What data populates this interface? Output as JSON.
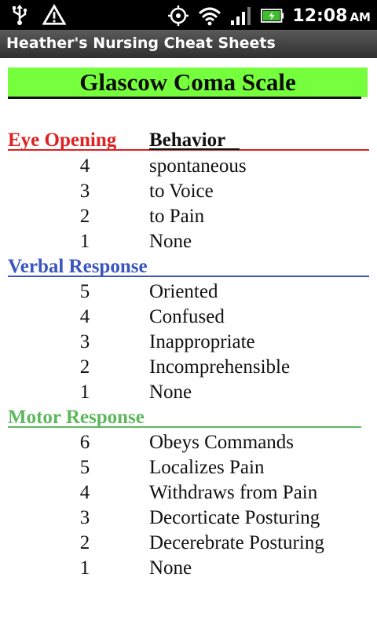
{
  "status_bar": {
    "time": "12:08",
    "ampm": "AM",
    "icons": [
      "usb-icon",
      "warning-icon",
      "gps-icon",
      "wifi-icon",
      "signal-icon",
      "battery-icon"
    ]
  },
  "app": {
    "title": "Heather's Nursing Cheat Sheets"
  },
  "sheet": {
    "title": "Glascow Coma Scale",
    "column_header": "Behavior",
    "colors": {
      "banner": "#76ff3c",
      "eye": "#e02020",
      "verbal": "#3a55c0",
      "motor": "#5db85d"
    },
    "sections": [
      {
        "name": "Eye Opening",
        "items": [
          {
            "score": "4",
            "behavior": "spontaneous"
          },
          {
            "score": "3",
            "behavior": "to Voice"
          },
          {
            "score": "2",
            "behavior": "to Pain"
          },
          {
            "score": "1",
            "behavior": "None"
          }
        ]
      },
      {
        "name": "Verbal Response",
        "items": [
          {
            "score": "5",
            "behavior": "Oriented"
          },
          {
            "score": "4",
            "behavior": "Confused"
          },
          {
            "score": "3",
            "behavior": "Inappropriate"
          },
          {
            "score": "2",
            "behavior": "Incomprehensible"
          },
          {
            "score": "1",
            "behavior": "None"
          }
        ]
      },
      {
        "name": "Motor Response",
        "items": [
          {
            "score": "6",
            "behavior": "Obeys Commands"
          },
          {
            "score": "5",
            "behavior": "Localizes Pain"
          },
          {
            "score": "4",
            "behavior": "Withdraws from Pain"
          },
          {
            "score": "3",
            "behavior": "Decorticate Posturing"
          },
          {
            "score": "2",
            "behavior": "Decerebrate Posturing"
          },
          {
            "score": "1",
            "behavior": "None"
          }
        ]
      }
    ]
  }
}
